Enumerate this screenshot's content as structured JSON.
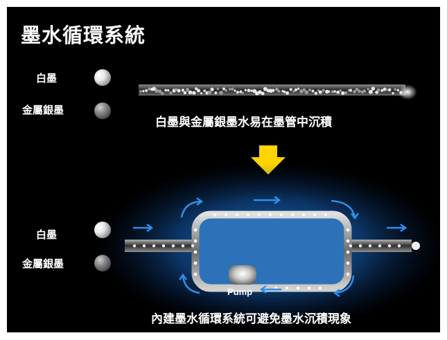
{
  "title": "墨水循環系統",
  "legend_top": {
    "white": "白墨",
    "metal": "金屬銀墨"
  },
  "legend_bottom": {
    "white": "白墨",
    "metal": "金屬銀墨"
  },
  "caption_top": "白墨與金屬銀墨水易在墨管中沉積",
  "caption_bottom": "內建墨水循環系統可避免墨水沉積現象",
  "pump_label": "Pump",
  "colors": {
    "background": "#000000",
    "arrow": "#2f8fe8",
    "down_arrow": "#ffd400",
    "glow": "#1e78d8"
  }
}
